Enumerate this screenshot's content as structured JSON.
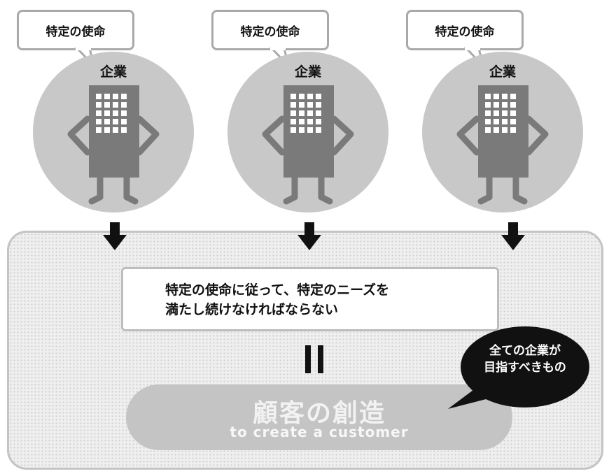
{
  "columns": [
    {
      "mission_label": "特定の使命",
      "company_label": "企業"
    },
    {
      "mission_label": "特定の使命",
      "company_label": "企業"
    },
    {
      "mission_label": "特定の使命",
      "company_label": "企業"
    }
  ],
  "mission_box": {
    "line1": "特定の使命に従って、特定のニーズを",
    "line2": "満たし続けなければならない"
  },
  "result": {
    "title": "顧客の創造",
    "subtitle": "to create a customer"
  },
  "callout": {
    "line1": "全ての企業が",
    "line2": "目指すべきもの"
  },
  "colors": {
    "circle": "#c8c8c8",
    "building": "#7a7a7a",
    "panel": "#efefef",
    "pill": "#c4c4c4",
    "callout": "#111111"
  }
}
